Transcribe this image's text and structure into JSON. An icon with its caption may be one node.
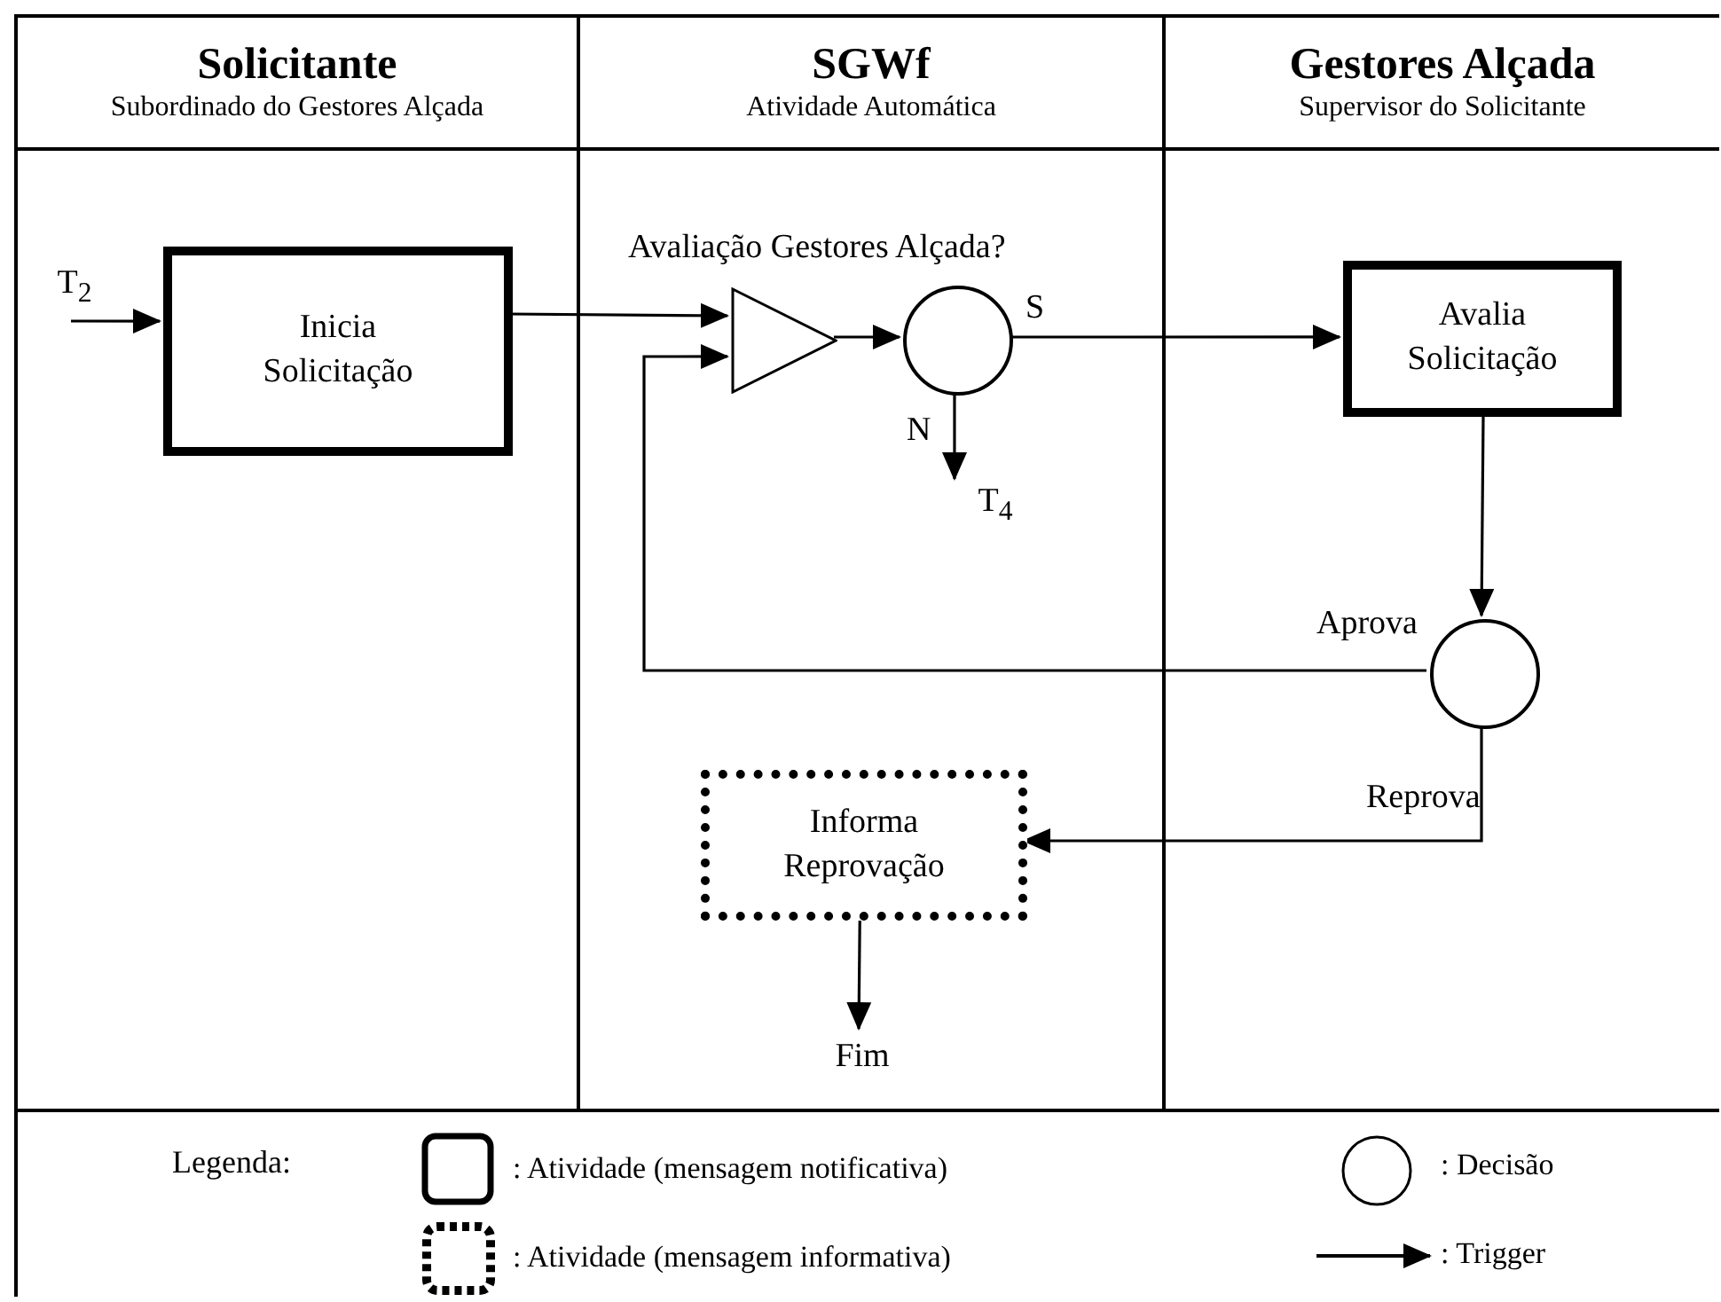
{
  "diagram": {
    "nodes": [
      {
        "text": [
          "Solicitante",
          "Subordinado do Gestores Alçada"
        ]
      },
      {
        "text": [
          "SGWf",
          "Atividade Automática"
        ]
      },
      {
        "text": [
          "Gestores Alçada",
          "Supervisor do Solicitante"
        ]
      },
      {
        "text": [
          "T$_{2}$"
        ],
        "in": 0
      },
      {
        "text": [
          "Inicia Solicitação"
        ],
        "in": 0
      },
      {
        "text": [],
        "shape": "triangle",
        "in": 1,
        "beside": [
          "Avaliação Gestores Alçada?"
        ]
      },
      {
        "text": [],
        "shape": "circle",
        "in": 1
      },
      {
        "text": [
          "T$_{4}$"
        ],
        "in": 1
      },
      {
        "text": [
          "Avalia Solicitação"
        ],
        "in": 2
      },
      {
        "text": [],
        "shape": "circle",
        "in": 2
      },
      {
        "text": [
          "Informa Reprovação"
        ],
        "in": 1
      },
      {
        "text": [
          "Fim"
        ],
        "in": 1
      }
    ],
    "edges": [
      {
        "from": 3,
        "to": 4,
        "arrow": "to"
      },
      {
        "from": 4,
        "to": 5,
        "arrow": "to"
      },
      {
        "from": 5,
        "to": 6,
        "arrow": "to"
      },
      {
        "from": 6,
        "to": 8,
        "arrow": "to",
        "label": "S"
      },
      {
        "from": 6,
        "to": 7,
        "arrow": "to",
        "label": "N"
      },
      {
        "from": 8,
        "to": 9,
        "arrow": "to"
      },
      {
        "from": 9,
        "to": 5,
        "arrow": "to",
        "label": "Aprova"
      },
      {
        "from": 9,
        "to": 10,
        "arrow": "to",
        "label": "Reprova"
      },
      {
        "from": 10,
        "to": 11,
        "arrow": "to"
      }
    ],
    "labels": [
      "Legenda:"
    ],
    "legend": [
      {
        "text": ": Atividade (mensagem notificativa)"
      },
      {
        "text": ": Atividade (mensagem informativa)"
      },
      {
        "text": ": Decisão"
      },
      {
        "text": ": Trigger"
      }
    ]
  }
}
